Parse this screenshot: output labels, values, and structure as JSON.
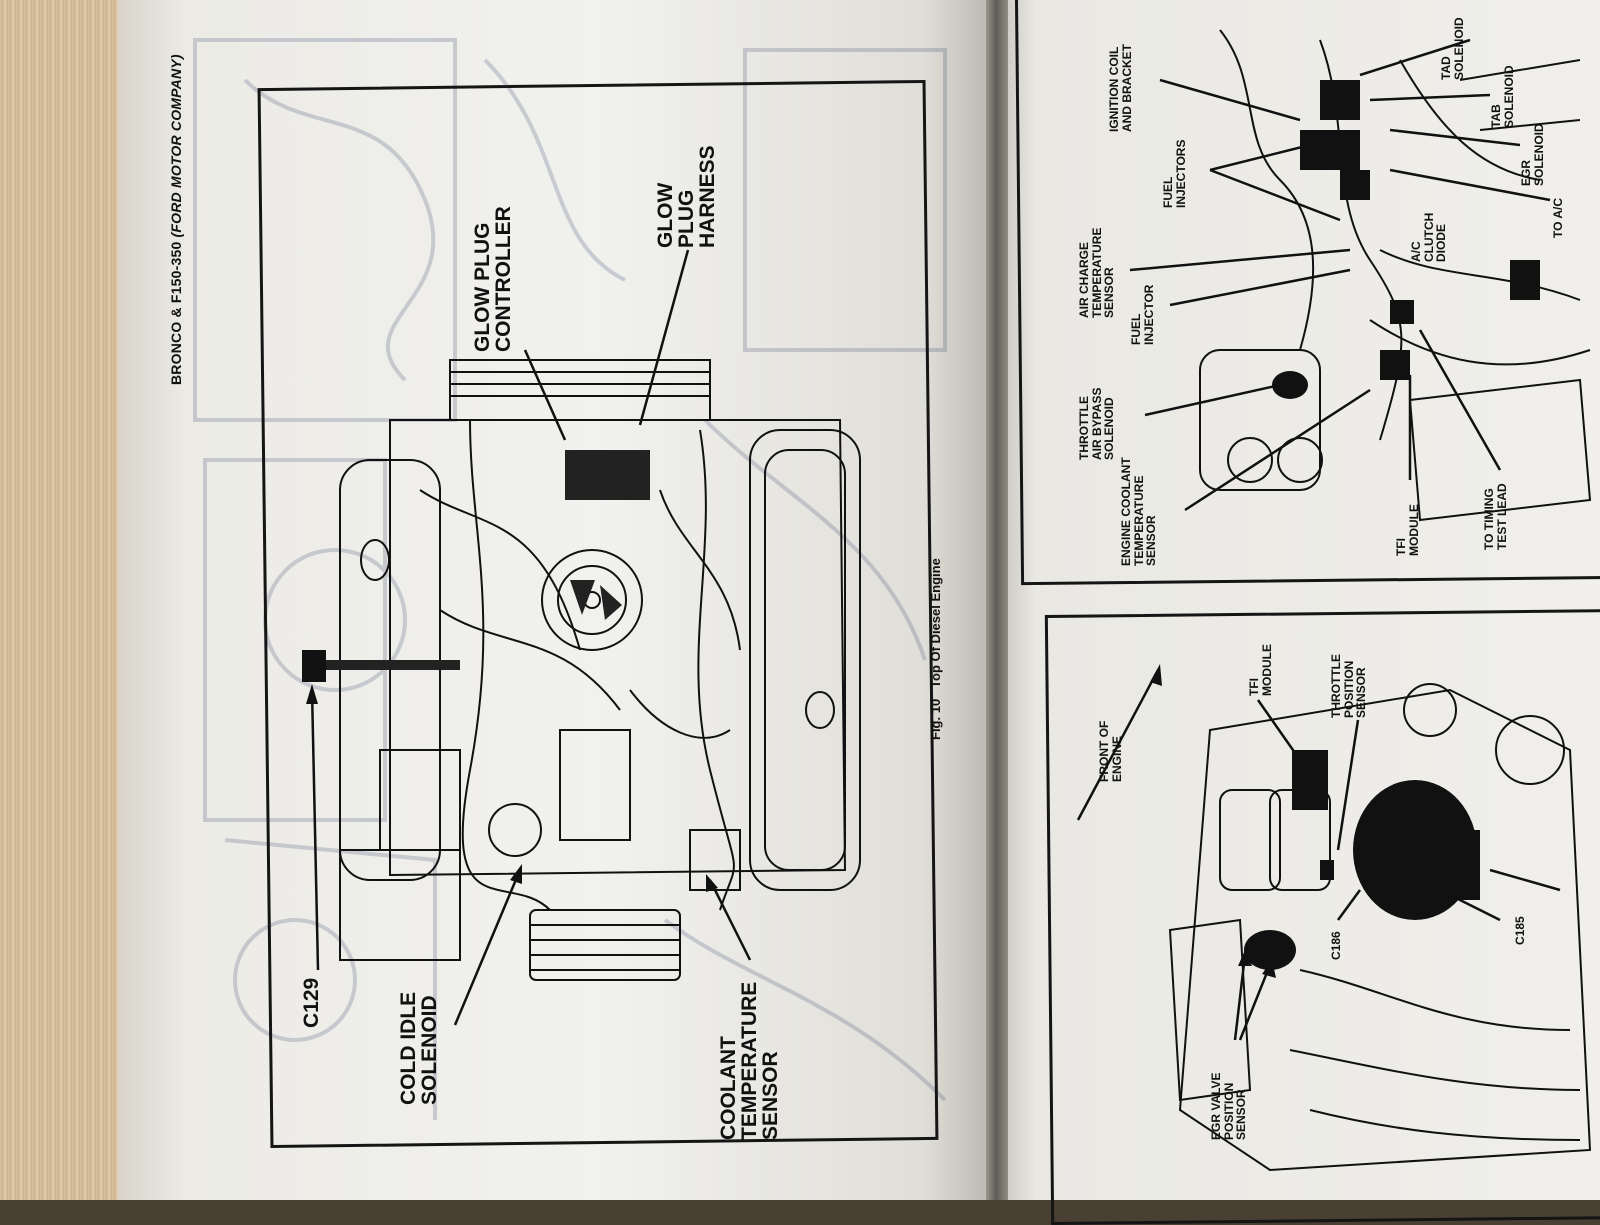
{
  "left_page": {
    "header_title": "BRONCO & F150-350",
    "header_company": "(FORD MOTOR COMPANY)",
    "figure_number": "Fig. 10",
    "figure_title": "Top Of Diesel Engine",
    "labels": {
      "glow_plug_controller": "GLOW PLUG CONTROLLER",
      "glow_plug_harness": "GLOW PLUG HARNESS",
      "c129": "C129",
      "cold_idle_solenoid": "COLD IDLE SOLENOID",
      "coolant_temperature_sensor": "COOLANT TEMPERATURE SENSOR"
    }
  },
  "right_page_top": {
    "labels": {
      "ignition_coil": "IGNITION COIL AND BRACKET",
      "fuel_injectors": "FUEL INJECTORS",
      "air_charge_temp_sensor": "AIR CHARGE TEMPERATURE SENSOR",
      "fuel_injector": "FUEL INJECTOR",
      "throttle_air_bypass": "THROTTLE AIR BYPASS SOLENOID",
      "engine_coolant_temp_sensor": "ENGINE COOLANT TEMPERATURE SENSOR",
      "tfi_module": "TFI MODULE",
      "timing_test_lead": "TO TIMING TEST LEAD",
      "tad_solenoid": "TAD SOLENOID",
      "tab_solenoid": "TAB SOLENOID",
      "egr_solenoid": "EGR SOLENOID",
      "ac_clutch_diode": "A/C CLUTCH DIODE",
      "to_ac": "TO A/C"
    }
  },
  "right_page_bottom": {
    "labels": {
      "front_of_engine": "FRONT OF ENGINE",
      "tfi_module": "TFI MODULE",
      "throttle_position_sensor": "THROTTLE POSITION SENSOR",
      "c186": "C186",
      "c185": "C185",
      "egr_valve_position_sensor": "EGR VALVE POSITION SENSOR"
    }
  },
  "colors": {
    "ink": "#111111",
    "paper": "#f1f1ee",
    "bleed_through": "#3a4a70"
  }
}
